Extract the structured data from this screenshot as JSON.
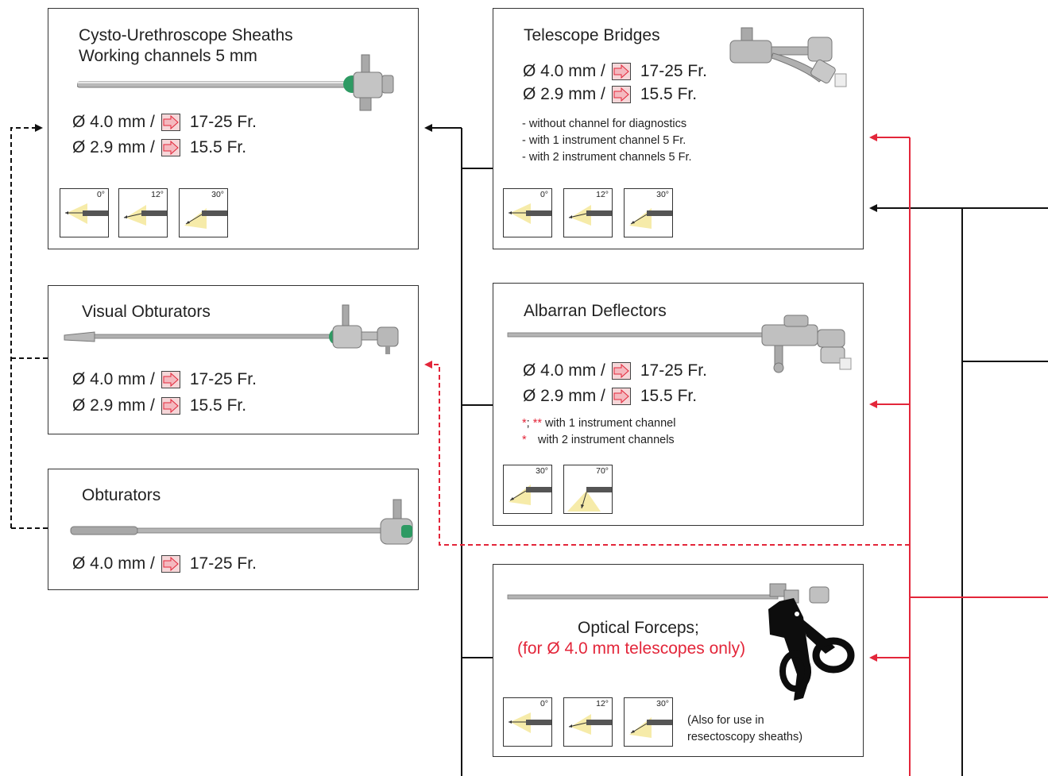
{
  "boxes": {
    "cysto": {
      "title_line1": "Cysto-Urethroscope Sheaths",
      "title_line2": "Working channels 5 mm",
      "specs": [
        {
          "dia": "Ø 4.0 mm /",
          "size": "17-25 Fr."
        },
        {
          "dia": "Ø 2.9 mm /",
          "size": "15.5 Fr."
        }
      ],
      "angles": [
        "0°",
        "12°",
        "30°"
      ]
    },
    "visual_obturators": {
      "title": "Visual Obturators",
      "specs": [
        {
          "dia": "Ø 4.0 mm /",
          "size": "17-25 Fr."
        },
        {
          "dia": "Ø 2.9 mm /",
          "size": "15.5 Fr."
        }
      ]
    },
    "obturators": {
      "title": "Obturators",
      "specs": [
        {
          "dia": "Ø 4.0 mm /",
          "size": "17-25 Fr."
        }
      ]
    },
    "telescope_bridges": {
      "title": "Telescope Bridges",
      "specs": [
        {
          "dia": "Ø 4.0 mm /",
          "size": "17-25 Fr."
        },
        {
          "dia": "Ø 2.9 mm /",
          "size": "15.5 Fr."
        }
      ],
      "notes": [
        "- without channel for diagnostics",
        "- with 1 instrument channel 5 Fr.",
        "- with 2 instrument channels 5 Fr."
      ],
      "angles": [
        "0°",
        "12°",
        "30°"
      ]
    },
    "albarran": {
      "title": "Albarran Deflectors",
      "specs": [
        {
          "dia": "Ø 4.0 mm /",
          "size": "17-25 Fr."
        },
        {
          "dia": "Ø 2.9 mm /",
          "size": "15.5 Fr."
        }
      ],
      "note1_marks_a": "*",
      "note1_sep": "; ",
      "note1_marks_b": "**",
      "note1_text": " with 1 instrument channel",
      "note2_mark": "*",
      "note2_text": "with 2 instrument channels",
      "angles": [
        "30°",
        "70°"
      ]
    },
    "forceps": {
      "title": "Optical Forceps;",
      "subtitle": "(for Ø 4.0 mm telescopes only)",
      "angles": [
        "0°",
        "12°",
        "30°"
      ],
      "note_line1": "(Also for use in",
      "note_line2": "resectoscopy sheaths)"
    }
  },
  "colors": {
    "red": "#e3263a",
    "line": "#222222",
    "arrow_fill": "#f6d6d8"
  }
}
